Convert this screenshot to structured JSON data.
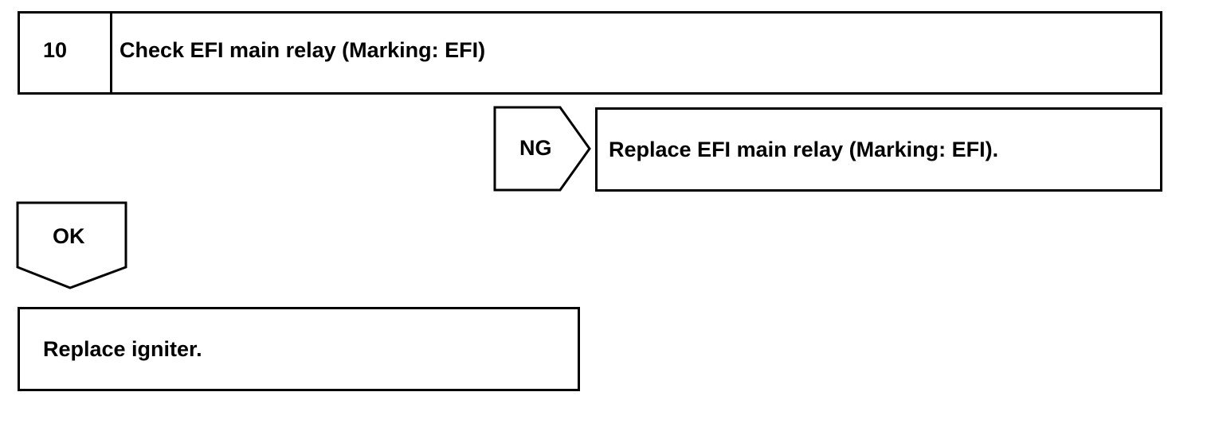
{
  "step": {
    "number": "10",
    "title": "Check EFI main relay (Marking: EFI)"
  },
  "ng_branch": {
    "label": "NG",
    "action": "Replace EFI main relay (Marking: EFI)."
  },
  "ok_branch": {
    "label": "OK",
    "action": "Replace igniter."
  }
}
